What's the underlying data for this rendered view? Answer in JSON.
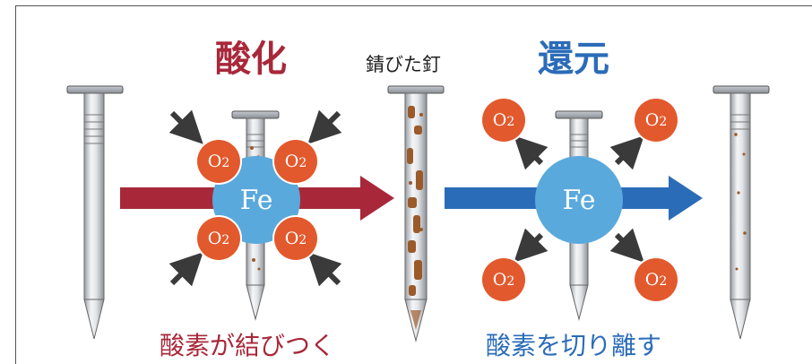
{
  "oxidation": {
    "title": "酸化",
    "caption": "酸素が結びつく",
    "color": "#a8283a",
    "center_label": "Fe",
    "molecules": [
      "O",
      "O",
      "O",
      "O"
    ]
  },
  "reduction": {
    "title": "還元",
    "caption": "酸素を切り離す",
    "color": "#2b6cb8",
    "center_label": "Fe",
    "molecules": [
      "O",
      "O",
      "O",
      "O"
    ]
  },
  "rusted_nail_label": "錆びた釘",
  "subscript": "2",
  "colors": {
    "iron": "#5aa9dc",
    "oxygen": "#e2592d",
    "arrow_dark": "#3a3a3a",
    "rust": "#9a5a2a"
  }
}
